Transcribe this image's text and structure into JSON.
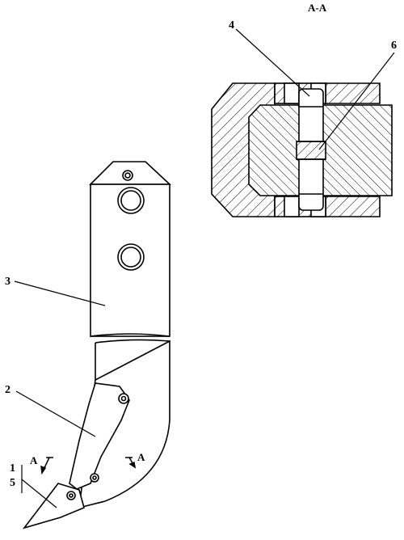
{
  "section": {
    "title": "A-A"
  },
  "section_marks": {
    "left": "A",
    "right": "A"
  },
  "callouts": [
    {
      "id": "c1",
      "text": "1"
    },
    {
      "id": "c2",
      "text": "2"
    },
    {
      "id": "c3",
      "text": "3"
    },
    {
      "id": "c4",
      "text": "4"
    },
    {
      "id": "c5",
      "text": "5"
    },
    {
      "id": "c6",
      "text": "6"
    }
  ],
  "colors": {
    "ink": "#000000",
    "paper": "#ffffff"
  }
}
